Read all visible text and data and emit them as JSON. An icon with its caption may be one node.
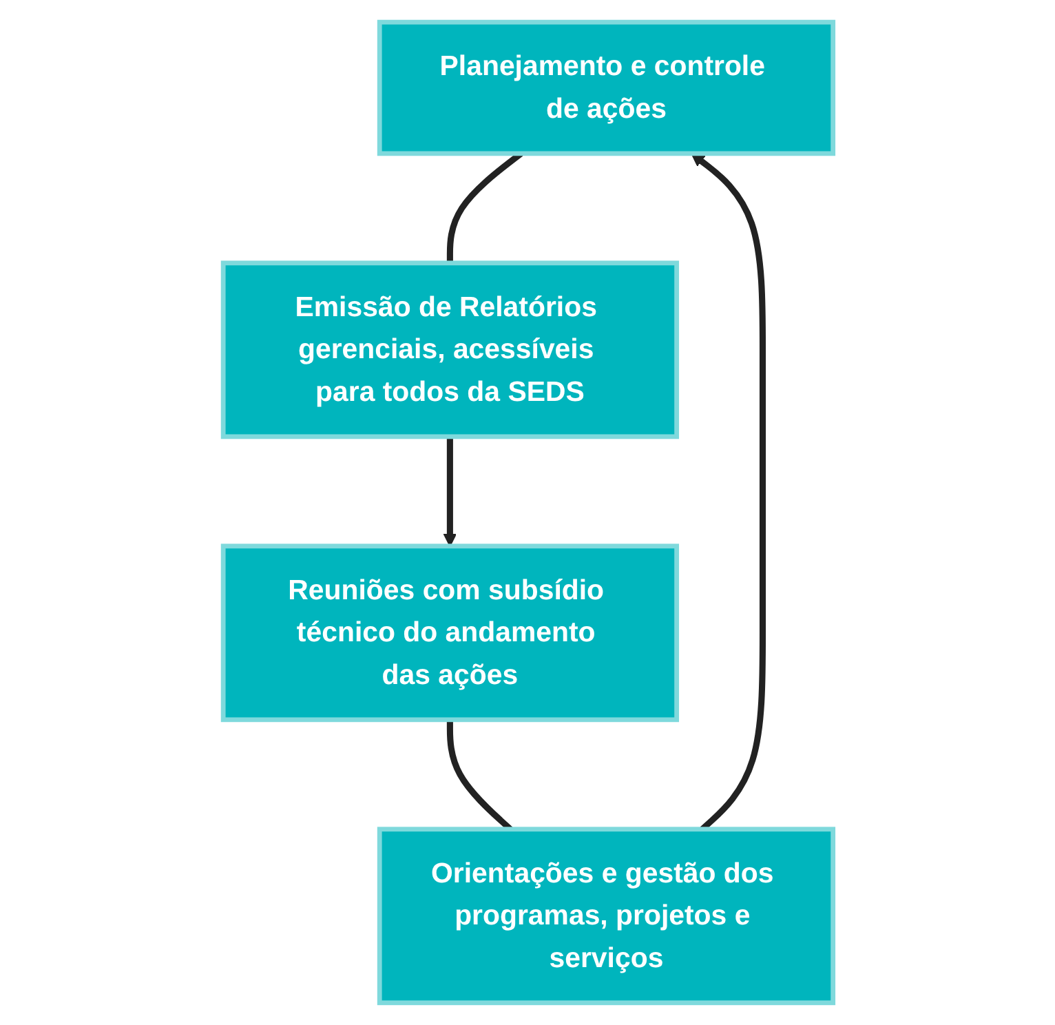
{
  "diagram": {
    "nodes": [
      {
        "text": [
          "Planejamento e controle de ações"
        ]
      },
      {
        "text": [
          "Orientações e gestão dos programas, projetos e serviços"
        ]
      },
      {
        "text": [
          "Emissão de Relatórios gerenciais, acessíveis para todos da SEDS"
        ]
      },
      {
        "text": [
          "Reuniões com subsídio técnico do andamento das ações"
        ]
      }
    ],
    "edges": [
      {
        "from": 1,
        "to": 0,
        "arrow": "to"
      },
      {
        "from": 0,
        "to": 2,
        "arrow": "none"
      },
      {
        "from": 2,
        "to": 3,
        "arrow": "to"
      },
      {
        "from": 3,
        "to": 1,
        "arrow": "none"
      }
    ]
  }
}
